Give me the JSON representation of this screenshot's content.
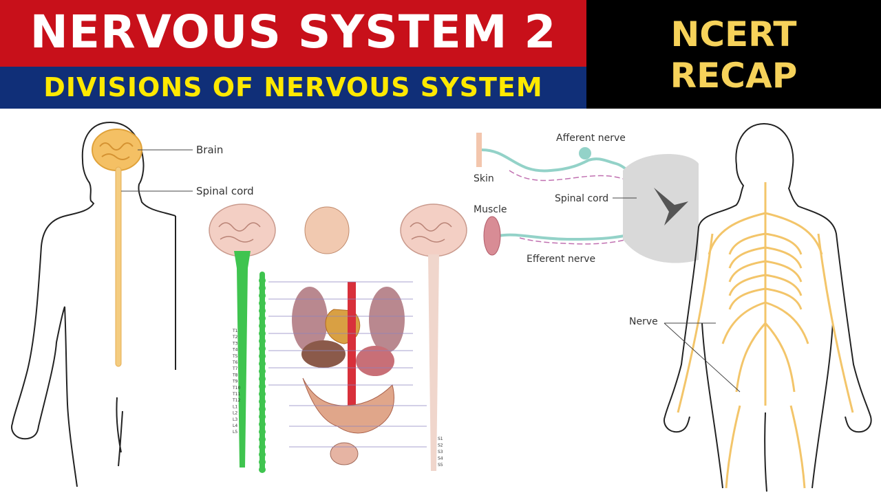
{
  "header": {
    "title": "NERVOUS SYSTEM 2",
    "subtitle": "DIVISIONS OF NERVOUS SYSTEM",
    "badge_line1": "NCERT",
    "badge_line2": "RECAP"
  },
  "colors": {
    "title_bg": "#c8101a",
    "subtitle_bg": "#102f78",
    "badge_bg": "#000000",
    "subtitle_text": "#ffe900",
    "badge_text": "#f6d25a",
    "nerve_yellow": "#f3c56a",
    "autonomic_green": "#3fc44f",
    "reflex_teal": "#8fd0c8"
  },
  "cns_figure": {
    "labels": [
      "Brain",
      "Spinal cord"
    ]
  },
  "autonomic_figure": {
    "segments_thoracic_lumbar": [
      "T1",
      "T2",
      "T3",
      "T4",
      "T5",
      "T6",
      "T7",
      "T8",
      "T9",
      "T10",
      "T11",
      "T12",
      "L1",
      "L2",
      "L3",
      "L4",
      "L5"
    ],
    "segments_sacral": [
      "S1",
      "S2",
      "S3",
      "S4",
      "S5"
    ]
  },
  "reflex_figure": {
    "labels": [
      "Afferent nerve",
      "Skin",
      "Spinal cord",
      "Muscle",
      "Efferent nerve"
    ]
  },
  "pns_figure": {
    "labels": [
      "Nerve"
    ]
  }
}
